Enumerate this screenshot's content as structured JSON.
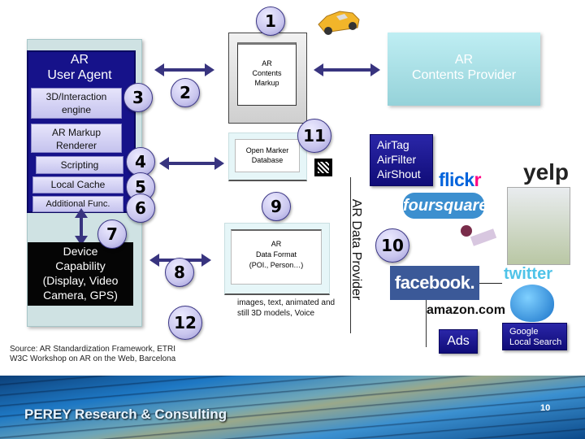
{
  "user_agent": {
    "title": "AR\nUser Agent",
    "title_line1": "AR",
    "title_line2": "User Agent",
    "modules": [
      {
        "label": "3D/Interaction engine"
      },
      {
        "label": "AR Markup Renderer"
      },
      {
        "label": "Scripting"
      },
      {
        "label": "Local Cache"
      },
      {
        "label": "Additional Func."
      }
    ],
    "device": {
      "line1": "Device",
      "line2": "Capability",
      "line3": "(Display, Video",
      "line4": "Camera, GPS)"
    }
  },
  "markup": {
    "line1": "AR",
    "line2": "Contents",
    "line3": "Markup"
  },
  "provider": {
    "line1": "AR",
    "line2": "Contents Provider"
  },
  "marker_db": {
    "line1": "Open Marker",
    "line2": "Database"
  },
  "data_format": {
    "line1": "AR",
    "line2": "Data Format",
    "line3": "(POI., Person…)"
  },
  "media_note": {
    "line1": "images, text, animated and",
    "line2": "still 3D models, Voice"
  },
  "data_provider_label": "AR Data Provider",
  "air_box": {
    "line1": "AirTag",
    "line2": "AirFilter",
    "line3": "AirShout"
  },
  "logos": {
    "flickr_a": "flick",
    "flickr_b": "r",
    "yelp": "yelp",
    "foursquare": "foursquare",
    "facebook": "facebook.",
    "twitter": "twitter",
    "amazon": "amazon.com"
  },
  "ads_label": "Ads",
  "google_local": {
    "line1": "Google",
    "line2": "Local Search"
  },
  "numbers": [
    "1",
    "2",
    "3",
    "4",
    "5",
    "6",
    "7",
    "8",
    "9",
    "10",
    "11",
    "12"
  ],
  "source": {
    "line1": "Source: AR Standardization Framework, ETRI",
    "line2": "W3C Workshop on AR on the Web, Barcelona"
  },
  "footer": {
    "title": "PEREY Research & Consulting",
    "page_number": "10"
  },
  "colors": {
    "navy": "#16128a",
    "arrow": "#38347f",
    "provider": "#a8dfe5",
    "facebook": "#3b5998",
    "flickr_blue": "#0063dc",
    "flickr_pink": "#ff0084",
    "yelp_red": "#c41200"
  }
}
